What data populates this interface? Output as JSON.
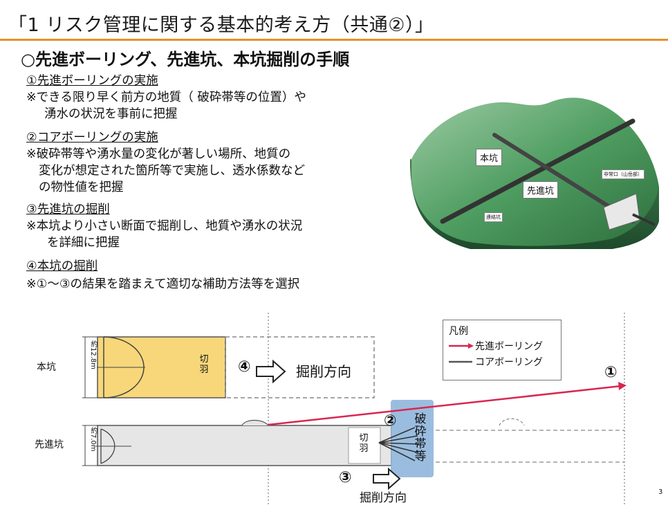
{
  "title": "「1 リスク管理に関する基本的考え方（共通②）」",
  "heading": "○先進ボーリング、先進坑、本坑掘削の手順",
  "steps": [
    {
      "label": "①先進ボーリングの実施",
      "lines": [
        "※できる限り早く前方の地質（ 破砕帯等の位置）や",
        "湧水の状況を事前に把握"
      ]
    },
    {
      "label": "②コアボーリングの実施",
      "lines": [
        "※破砕帯等や湧水量の変化が著しい場所、地質の",
        "変化が想定された箇所等で実施し、透水係数など",
        "の物性値を把握"
      ]
    },
    {
      "label": "③先進坑の掘削",
      "lines": [
        "※本坑より小さい断面で掘削し、地質や湧水の状況",
        "を詳細に把握"
      ]
    },
    {
      "label": "④本坑の掘削",
      "lines": [
        "※①～③の結果を踏まえて適切な補助方法等を選択"
      ]
    }
  ],
  "illustration": {
    "main_tunnel_label": "本坑",
    "pilot_tunnel_label": "先進坑",
    "emergency_exit_label": "非常口（山岳部）",
    "small_label": "連絡坑"
  },
  "legend": {
    "title": "凡例",
    "items": [
      {
        "label": "先進ボーリング",
        "color": "#d9264f"
      },
      {
        "label": "コアボーリング",
        "color": "#555555"
      }
    ]
  },
  "diagram": {
    "main_tunnel": "本坑",
    "main_dim": "約12.8m",
    "pilot_tunnel": "先進坑",
    "pilot_dim": "約7.0m",
    "face": "切羽",
    "fracture_zone": "破砕帯等",
    "marker_1": "①",
    "marker_2": "②",
    "marker_3": "③",
    "marker_4": "④",
    "excavation_direction_main": "掘削方向",
    "excavation_direction_pilot": "掘削方向"
  },
  "page_number": "3",
  "colors": {
    "accent": "#e8912e",
    "main_tunnel_fill": "#f7d77a",
    "fracture_zone": "#8fb6dc",
    "advance_boring": "#d9264f"
  }
}
